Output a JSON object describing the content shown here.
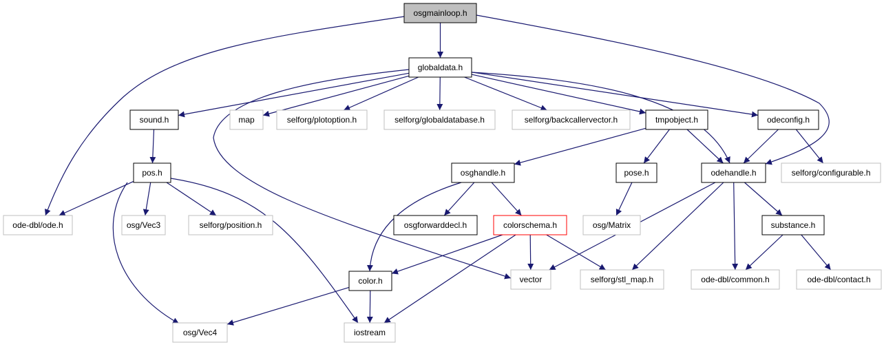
{
  "colors": {
    "edge": "#191970",
    "root_fill": "#bfbfbf",
    "highlight_stroke": "#ff0000",
    "solid_stroke": "#000000",
    "external_stroke": "#bfbfbf",
    "text": "#000000",
    "external_text": "#000000"
  },
  "nodes": [
    {
      "id": "osgmainloop",
      "label": "osgmainloop.h",
      "kind": "root"
    },
    {
      "id": "globaldata",
      "label": "globaldata.h",
      "kind": "file"
    },
    {
      "id": "sound",
      "label": "sound.h",
      "kind": "file"
    },
    {
      "id": "map",
      "label": "map",
      "kind": "external"
    },
    {
      "id": "plotoption",
      "label": "selforg/plotoption.h",
      "kind": "external"
    },
    {
      "id": "globaldatabase",
      "label": "selforg/globaldatabase.h",
      "kind": "external"
    },
    {
      "id": "backcallervector",
      "label": "selforg/backcallervector.h",
      "kind": "external"
    },
    {
      "id": "tmpobject",
      "label": "tmpobject.h",
      "kind": "file"
    },
    {
      "id": "odeconfig",
      "label": "odeconfig.h",
      "kind": "file"
    },
    {
      "id": "pos",
      "label": "pos.h",
      "kind": "file"
    },
    {
      "id": "osghandle",
      "label": "osghandle.h",
      "kind": "file"
    },
    {
      "id": "pose",
      "label": "pose.h",
      "kind": "file"
    },
    {
      "id": "odehandle",
      "label": "odehandle.h",
      "kind": "file"
    },
    {
      "id": "configurable",
      "label": "selforg/configurable.h",
      "kind": "external"
    },
    {
      "id": "odedbl_ode",
      "label": "ode-dbl/ode.h",
      "kind": "external"
    },
    {
      "id": "vec3",
      "label": "osg/Vec3",
      "kind": "external"
    },
    {
      "id": "position",
      "label": "selforg/position.h",
      "kind": "external"
    },
    {
      "id": "osgforwarddecl",
      "label": "osgforwarddecl.h",
      "kind": "file"
    },
    {
      "id": "colorschema",
      "label": "colorschema.h",
      "kind": "highlight"
    },
    {
      "id": "matrix",
      "label": "osg/Matrix",
      "kind": "external"
    },
    {
      "id": "substance",
      "label": "substance.h",
      "kind": "file"
    },
    {
      "id": "color",
      "label": "color.h",
      "kind": "file"
    },
    {
      "id": "vector",
      "label": "vector",
      "kind": "external"
    },
    {
      "id": "stl_map",
      "label": "selforg/stl_map.h",
      "kind": "external"
    },
    {
      "id": "common",
      "label": "ode-dbl/common.h",
      "kind": "external"
    },
    {
      "id": "contact",
      "label": "ode-dbl/contact.h",
      "kind": "external"
    },
    {
      "id": "vec4",
      "label": "osg/Vec4",
      "kind": "external"
    },
    {
      "id": "iostream",
      "label": "iostream",
      "kind": "external"
    }
  ],
  "edges": [
    [
      "osgmainloop",
      "globaldata"
    ],
    [
      "osgmainloop",
      "odedbl_ode"
    ],
    [
      "osgmainloop",
      "odehandle"
    ],
    [
      "globaldata",
      "sound"
    ],
    [
      "globaldata",
      "map"
    ],
    [
      "globaldata",
      "plotoption"
    ],
    [
      "globaldata",
      "globaldatabase"
    ],
    [
      "globaldata",
      "backcallervector"
    ],
    [
      "globaldata",
      "tmpobject"
    ],
    [
      "globaldata",
      "odeconfig"
    ],
    [
      "globaldata",
      "odehandle"
    ],
    [
      "globaldata",
      "vector"
    ],
    [
      "sound",
      "pos"
    ],
    [
      "pos",
      "odedbl_ode"
    ],
    [
      "pos",
      "vec3"
    ],
    [
      "pos",
      "position"
    ],
    [
      "pos",
      "vec4"
    ],
    [
      "pos",
      "iostream"
    ],
    [
      "tmpobject",
      "osghandle"
    ],
    [
      "tmpobject",
      "pose"
    ],
    [
      "tmpobject",
      "odehandle"
    ],
    [
      "odeconfig",
      "odehandle"
    ],
    [
      "odeconfig",
      "configurable"
    ],
    [
      "osghandle",
      "color"
    ],
    [
      "osghandle",
      "osgforwarddecl"
    ],
    [
      "osghandle",
      "colorschema"
    ],
    [
      "pose",
      "matrix"
    ],
    [
      "odehandle",
      "vector"
    ],
    [
      "odehandle",
      "stl_map"
    ],
    [
      "odehandle",
      "substance"
    ],
    [
      "odehandle",
      "common"
    ],
    [
      "colorschema",
      "color"
    ],
    [
      "colorschema",
      "vector"
    ],
    [
      "colorschema",
      "stl_map"
    ],
    [
      "colorschema",
      "iostream"
    ],
    [
      "substance",
      "common"
    ],
    [
      "substance",
      "contact"
    ],
    [
      "color",
      "vec4"
    ],
    [
      "color",
      "iostream"
    ]
  ]
}
